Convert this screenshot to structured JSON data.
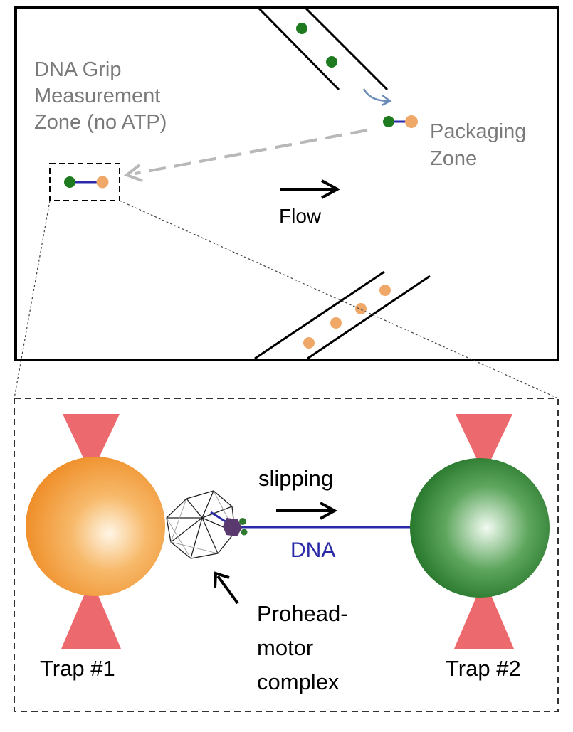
{
  "labels": {
    "grip_zone": [
      "DNA Grip",
      "Measurement",
      "Zone (no ATP)"
    ],
    "packaging_zone": [
      "Packaging",
      "Zone"
    ],
    "flow": "Flow",
    "slipping": "slipping",
    "dna": "DNA",
    "prohead_motor": [
      "Prohead-",
      "motor",
      "complex"
    ],
    "trap1": "Trap #1",
    "trap2": "Trap #2"
  },
  "colors": {
    "orange_bead": "#f0a868",
    "green_bead": "#1e7a1e",
    "dna_strand": "#2a2aa8",
    "laser_cone": "#ec6a6e",
    "gray_text": "#7a7a7a",
    "dashed_arrow": "#b8b8b8",
    "curved_arrow": "#6a8ab8"
  },
  "icons": {
    "flow_arrow": "arrow-right-icon",
    "slipping_arrow": "arrow-right-icon",
    "pointer_arrow": "arrow-up-left-icon"
  }
}
